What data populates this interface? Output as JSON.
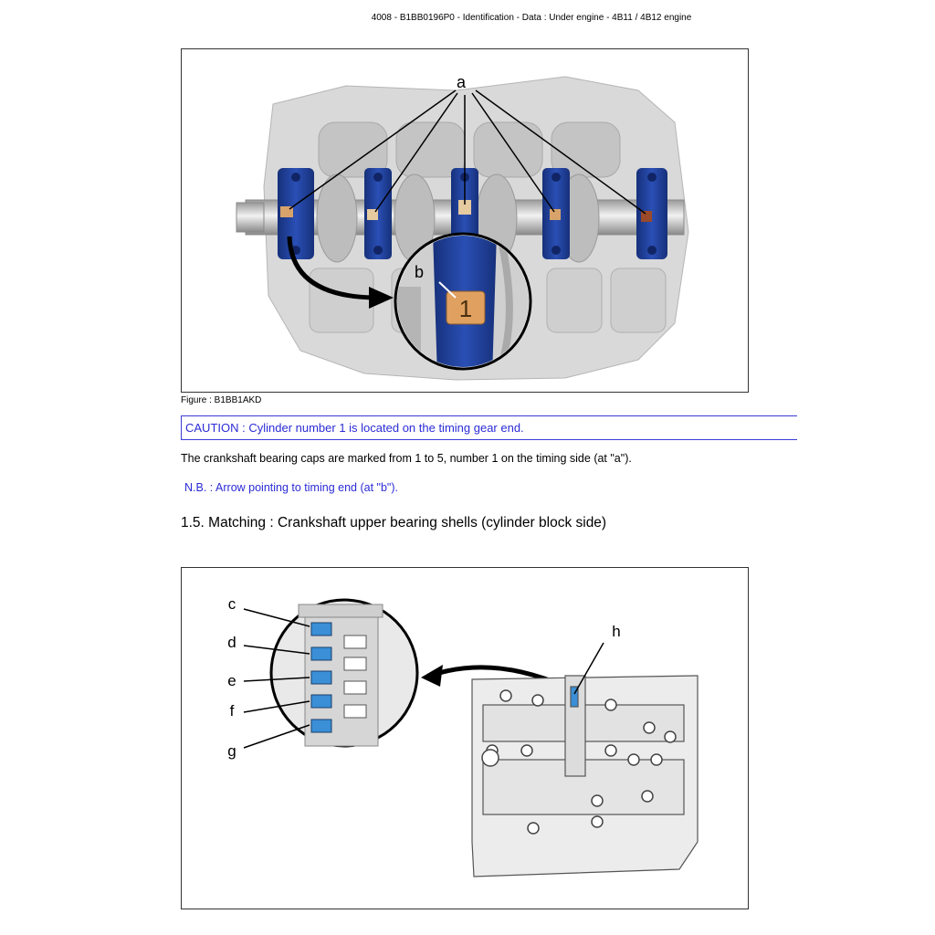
{
  "header": {
    "title": "4008 - B1BB0196P0 - Identification - Data : Under engine - 4B11 / 4B12 engine"
  },
  "figure1": {
    "labels": {
      "a": "a",
      "b": "b",
      "mark": "1"
    },
    "caption": "Figure : B1BB1AKD"
  },
  "caution": {
    "text": "CAUTION : Cylinder number 1 is located on the timing gear end."
  },
  "body": {
    "text": "The crankshaft bearing caps are marked from 1 to 5, number 1 on the timing side (at \"a\")."
  },
  "nb": {
    "text": "N.B. : Arrow pointing to timing end (at \"b\")."
  },
  "section": {
    "title": "1.5. Matching : Crankshaft upper bearing shells (cylinder block side)"
  },
  "figure2": {
    "labels": {
      "c": "c",
      "d": "d",
      "e": "e",
      "f": "f",
      "g": "g",
      "h": "h"
    }
  },
  "colors": {
    "caution_text": "#2b2bd6",
    "caution_border": "#3b3bd9",
    "bearing_cap_blue": "#1f3f9a",
    "marking_blue": "#3a8fd6"
  }
}
